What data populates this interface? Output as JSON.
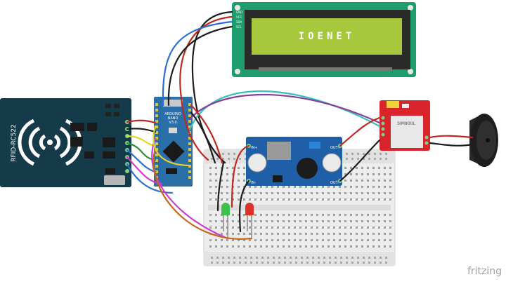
{
  "lcd": {
    "display_text": "IOENET",
    "pins": [
      "GND",
      "VCC",
      "SDA",
      "SCL"
    ]
  },
  "rfid": {
    "label": "RFID-RC522"
  },
  "arduino": {
    "label_line1": "ARDUINO",
    "label_line2": "NANO",
    "label_line3": "V3.0"
  },
  "gsm": {
    "label": "SIM800L"
  },
  "buck": {
    "in_plus": "IN+",
    "in_minus": "IN-",
    "out_plus": "OUT+",
    "out_minus": "OUT-"
  },
  "watermark": "fritzing",
  "colors": {
    "lcd_board": "#1f9d6e",
    "lcd_screen": "#a7c73c",
    "rfid_board": "#153a4a",
    "arduino_board": "#2b6fa8",
    "buck_board": "#1f5fa8",
    "gsm_board": "#d8242a",
    "breadboard": "#ececec",
    "wire_blue": "#2a6fd1",
    "wire_red": "#c0281e",
    "wire_black": "#1c1c1c",
    "wire_teal": "#33c2b8",
    "wire_purple": "#8a3c9a",
    "wire_yellow": "#e6d32a",
    "wire_orange": "#c46a1c",
    "wire_magenta": "#d03ad0",
    "wire_green": "#2f8a3a",
    "led_green": "#3ec14a",
    "led_red": "#e0302a"
  }
}
